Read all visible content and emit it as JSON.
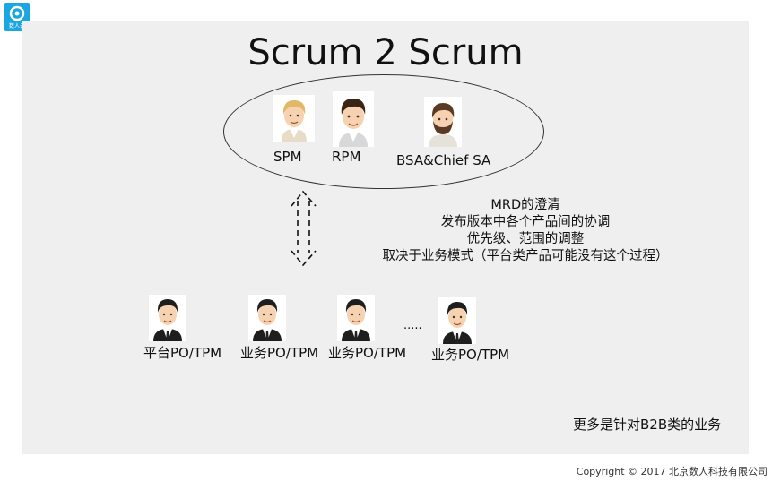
{
  "logo": {
    "text": "数人云",
    "color": "#1aa6e0"
  },
  "title": "Scrum 2 Scrum",
  "top_roles": [
    {
      "label": "SPM",
      "icon": "blond-man-icon"
    },
    {
      "label": "RPM",
      "icon": "man-icon"
    },
    {
      "label": "BSA&Chief SA",
      "icon": "bearded-man-icon"
    }
  ],
  "notes": [
    "MRD的澄清",
    "发布版本中各个产品间的协调",
    "优先级、范围的调整",
    "取决于业务模式（平台类产品可能没有这个过程）"
  ],
  "bottom_roles": [
    {
      "label": "平台PO/TPM",
      "icon": "businessman-icon"
    },
    {
      "label": "业务PO/TPM",
      "icon": "businessman-icon"
    },
    {
      "label": "业务PO/TPM",
      "icon": "businessman-icon"
    },
    {
      "label": "业务PO/TPM",
      "icon": "businessman-icon"
    }
  ],
  "ellipsis": ".....",
  "footer_note": "更多是针对B2B类的业务",
  "copyright": "Copyright © 2017 北京数人科技有限公司",
  "colors": {
    "slide_bg": "#efefef",
    "skin": "#f6d2b0",
    "hair_dark": "#1e1e1e",
    "hair_brown": "#5a3a22",
    "hair_blond": "#e1b868"
  }
}
